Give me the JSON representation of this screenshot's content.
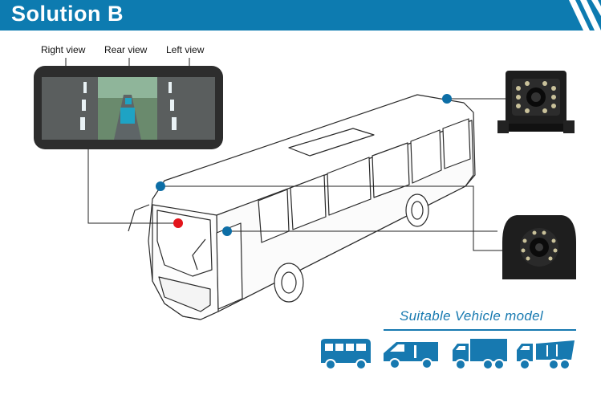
{
  "header": {
    "title": "Solution B"
  },
  "monitor": {
    "labels": {
      "right": "Right view",
      "rear": "Rear view",
      "left": "Left view"
    }
  },
  "suitable": {
    "title": "Suitable Vehicle model"
  },
  "vehicles": [
    {
      "icon": "bus-icon"
    },
    {
      "icon": "van-icon"
    },
    {
      "icon": "box-truck-icon"
    },
    {
      "icon": "dump-truck-icon"
    }
  ],
  "colors": {
    "accent": "#0d7bb0",
    "dot_blue": "#0d6ea6",
    "dot_red": "#e3141b"
  }
}
